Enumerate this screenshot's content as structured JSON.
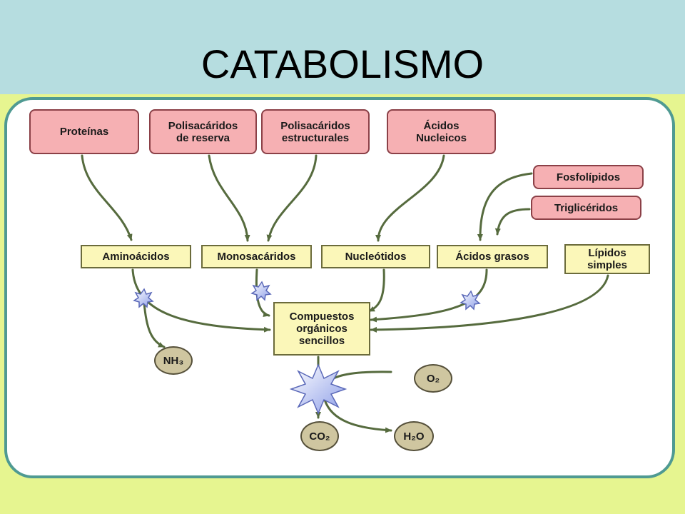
{
  "title": "CATABOLISMO",
  "sources": {
    "proteinas": "Proteínas",
    "polisacaridos_reserva_1": "Polisacáridos",
    "polisacaridos_reserva_2": "de reserva",
    "polisacaridos_estructurales_1": "Polisacáridos",
    "polisacaridos_estructurales_2": "estructurales",
    "acidos_nucleicos_1": "Ácidos",
    "acidos_nucleicos_2": "Nucleicos",
    "fosfolipidos": "Fosfolípidos",
    "trigliceridos": "Triglicéridos"
  },
  "intermediates": {
    "aminoacidos": "Aminoácidos",
    "monosacaridos": "Monosacáridos",
    "nucleotidos": "Nucleótidos",
    "acidos_grasos": "Ácidos grasos",
    "lipidos_simples_1": "Lípidos",
    "lipidos_simples_2": "simples"
  },
  "compuestos": {
    "line1": "Compuestos",
    "line2": "orgánicos",
    "line3": "sencillos"
  },
  "products": {
    "nh3": "NH₃",
    "o2": "O₂",
    "co2": "CO₂",
    "h2o": "H₂O"
  },
  "colors": {
    "source_fill": "#f6b0b3",
    "intermediate_fill": "#fbf7b9",
    "arrow": "#566b3e",
    "product_fill": "#cfc6a0",
    "star_fill": "#a9b8f0"
  }
}
